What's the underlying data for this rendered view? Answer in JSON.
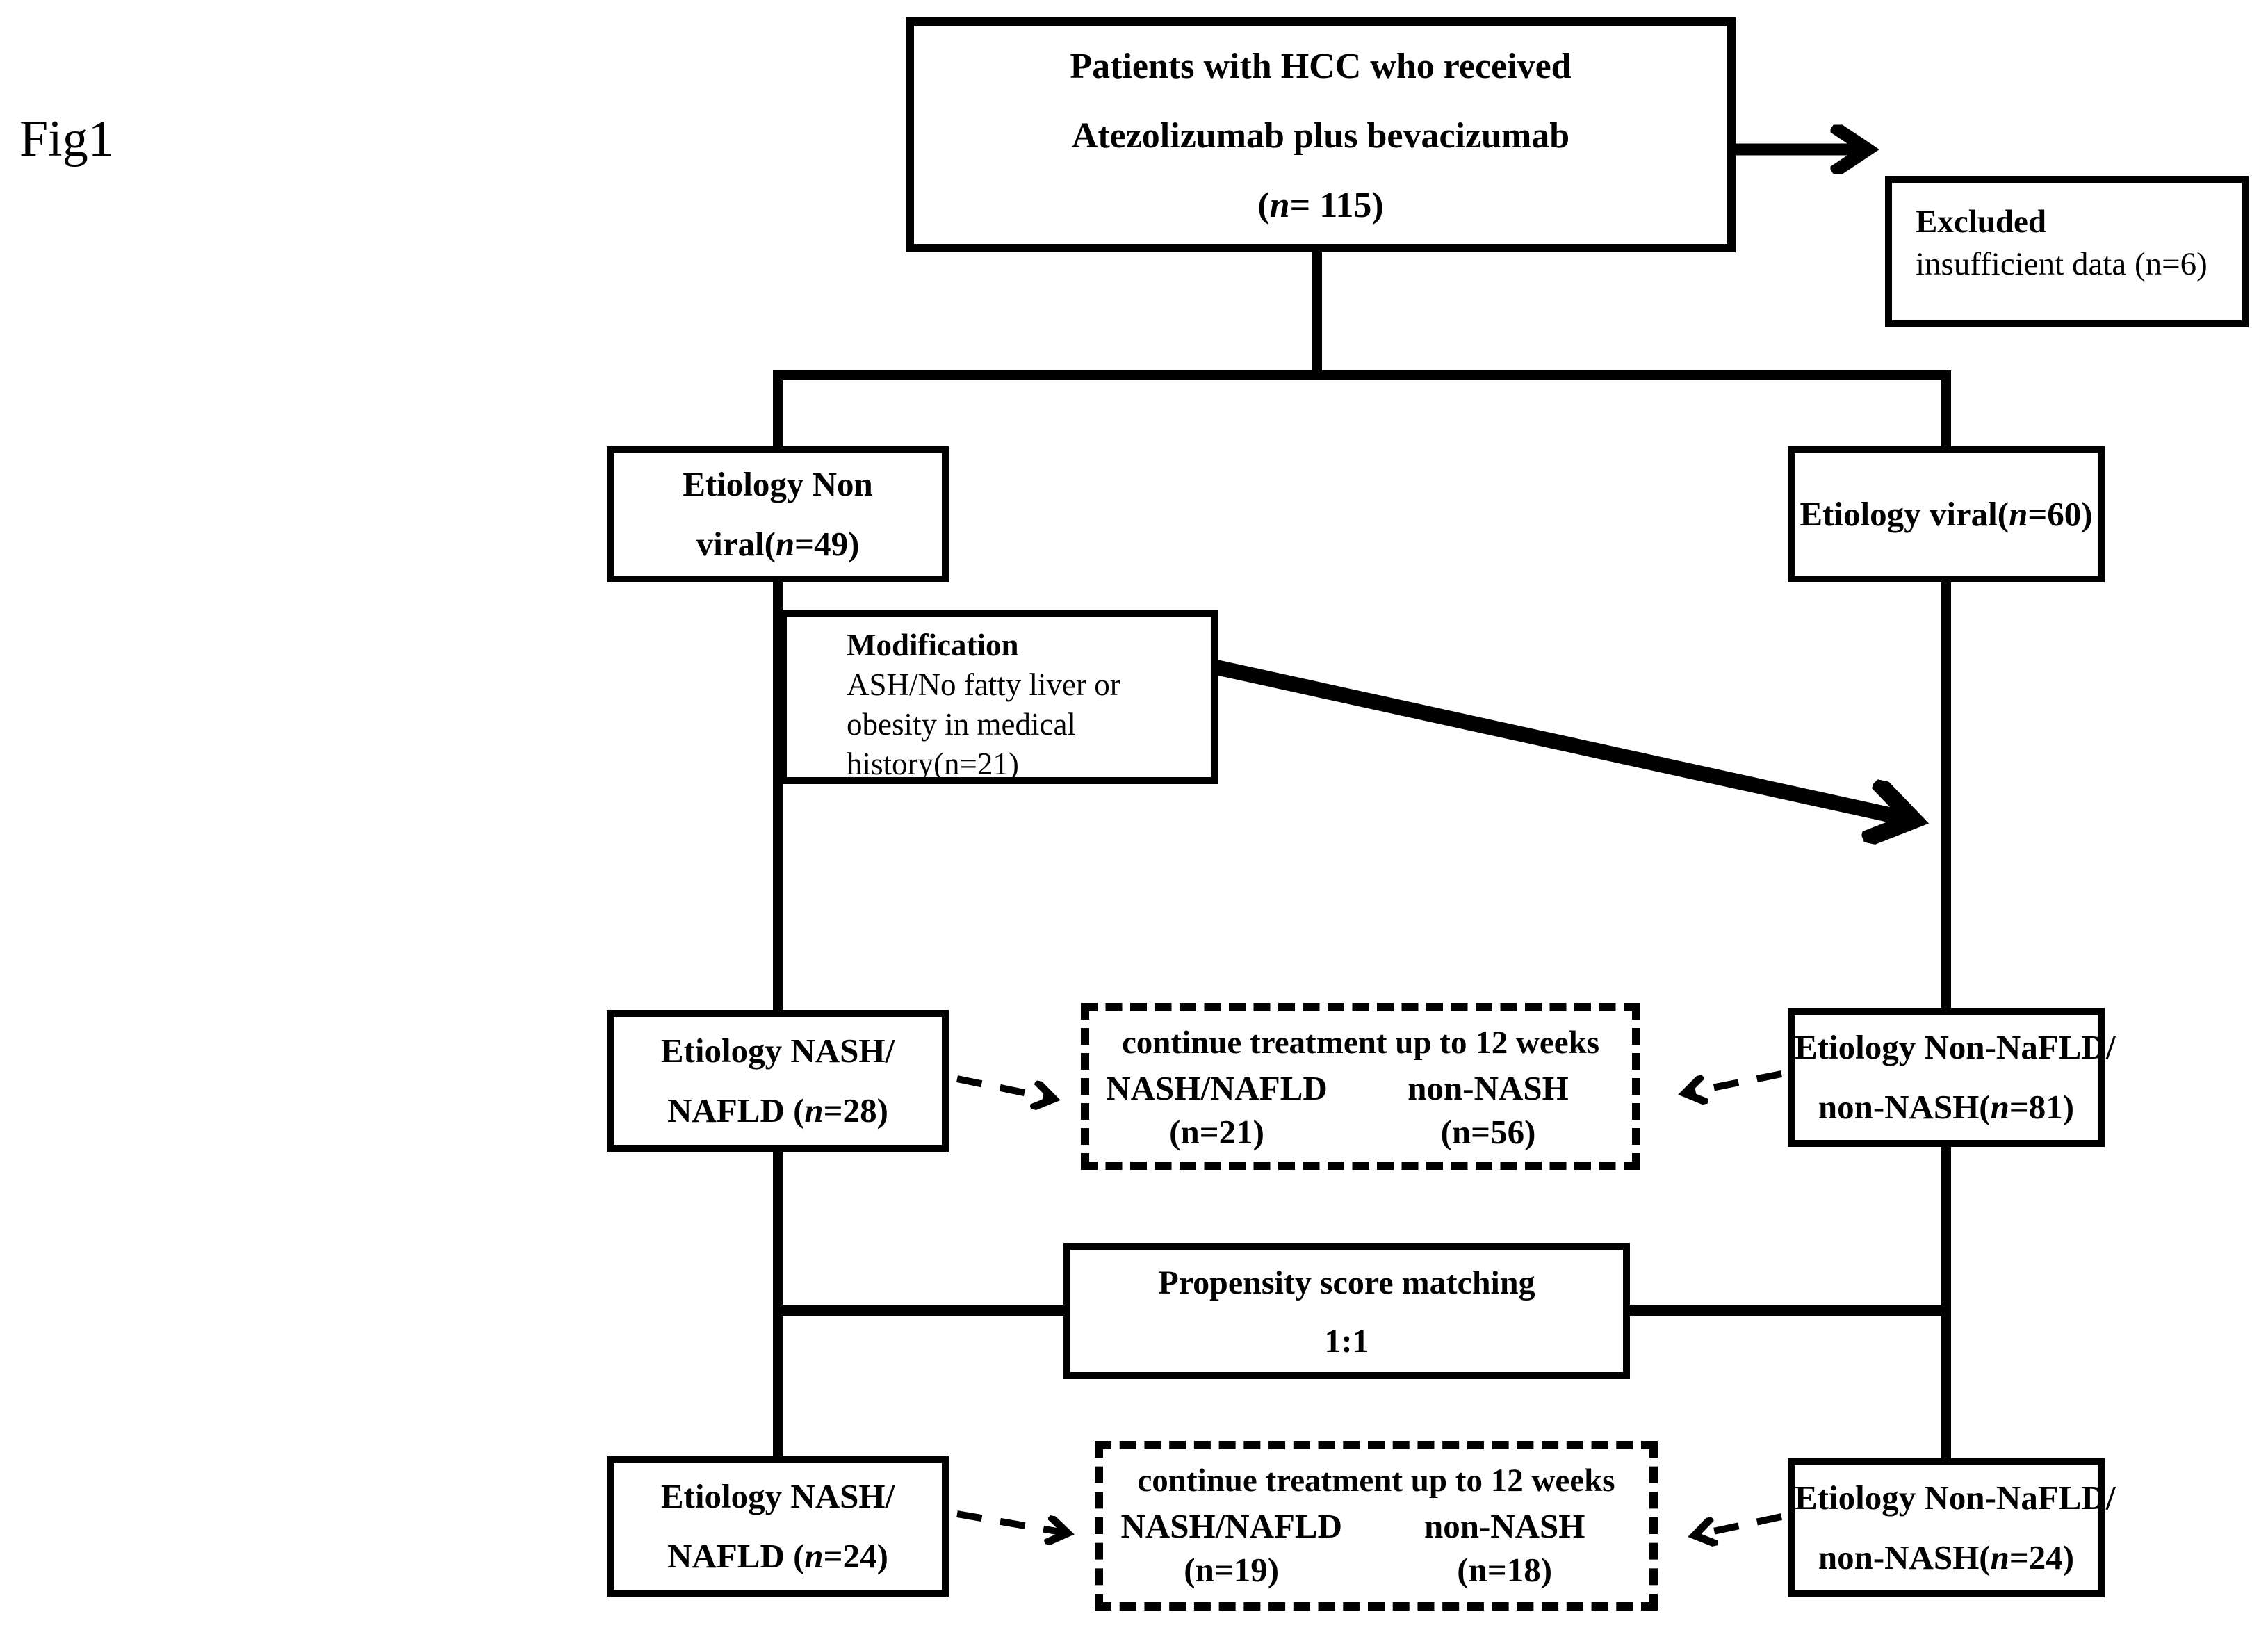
{
  "figure_label": "Fig1",
  "colors": {
    "ink": "#000000",
    "paper": "#ffffff"
  },
  "boxes": {
    "top": {
      "lines": [
        [
          {
            "t": "Patients with HCC who received"
          }
        ],
        [
          {
            "t": "Atezolizumab plus bevacizumab"
          }
        ],
        [
          {
            "t": "("
          },
          {
            "t": "n",
            "i": true
          },
          {
            "t": "= 115)"
          }
        ]
      ]
    },
    "excluded": {
      "title": "Excluded",
      "body": "insufficient data (n=6)"
    },
    "non_viral": {
      "lines": [
        [
          {
            "t": "Etiology Non"
          }
        ],
        [
          {
            "t": "viral("
          },
          {
            "t": "n",
            "i": true
          },
          {
            "t": "=49)"
          }
        ]
      ]
    },
    "viral": {
      "lines": [
        [
          {
            "t": "Etiology viral("
          },
          {
            "t": "n",
            "i": true
          },
          {
            "t": "=60)"
          }
        ]
      ]
    },
    "modification": {
      "title": "Modification",
      "body_lines": [
        "ASH/No fatty liver or",
        "obesity in medical",
        "history(n=21)"
      ]
    },
    "nash_nafld_28": {
      "lines": [
        [
          {
            "t": "Etiology NASH/"
          }
        ],
        [
          {
            "t": "NAFLD ("
          },
          {
            "t": "n",
            "i": true
          },
          {
            "t": "=28)"
          }
        ]
      ]
    },
    "continue_pre_match": {
      "headline": "continue treatment up to 12 weeks",
      "left_label": "NASH/NAFLD",
      "left_n": "(n=21)",
      "right_label": "non-NASH",
      "right_n": "(n=56)"
    },
    "non_nafld_81": {
      "lines": [
        [
          {
            "t": "Etiology Non-NaFLD/"
          }
        ],
        [
          {
            "t": "non-NASH("
          },
          {
            "t": "n",
            "i": true
          },
          {
            "t": "=81)"
          }
        ]
      ]
    },
    "psm": {
      "line1": "Propensity score matching",
      "line2": "1:1"
    },
    "nash_nafld_24": {
      "lines": [
        [
          {
            "t": "Etiology NASH/"
          }
        ],
        [
          {
            "t": "NAFLD ("
          },
          {
            "t": "n",
            "i": true
          },
          {
            "t": "=24)"
          }
        ]
      ]
    },
    "continue_post_match": {
      "headline": "continue treatment up to 12 weeks",
      "left_label": "NASH/NAFLD",
      "left_n": "(n=19)",
      "right_label": "non-NASH",
      "right_n": "(n=18)"
    },
    "non_nafld_24": {
      "lines": [
        [
          {
            "t": "Etiology Non-NaFLD/"
          }
        ],
        [
          {
            "t": "non-NASH("
          },
          {
            "t": "n",
            "i": true
          },
          {
            "t": "=24)"
          }
        ]
      ]
    }
  }
}
